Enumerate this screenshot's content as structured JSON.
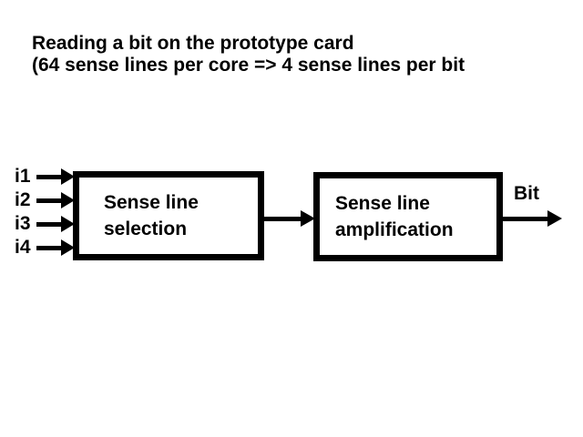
{
  "colors": {
    "foreground": "#000000",
    "background": "#ffffff"
  },
  "title": {
    "line1": "Reading a bit on the prototype card",
    "line2": "(64 sense lines per core => 4 sense lines per bit"
  },
  "diagram": {
    "inputs": [
      {
        "label": "i1"
      },
      {
        "label": "i2"
      },
      {
        "label": "i3"
      },
      {
        "label": "i4"
      }
    ],
    "boxes": [
      {
        "name": "sense-line-selection",
        "line1": "Sense line",
        "line2": "selection"
      },
      {
        "name": "sense-line-amplification",
        "line1": "Sense line",
        "line2": "amplification"
      }
    ],
    "output": {
      "label": "Bit"
    }
  }
}
